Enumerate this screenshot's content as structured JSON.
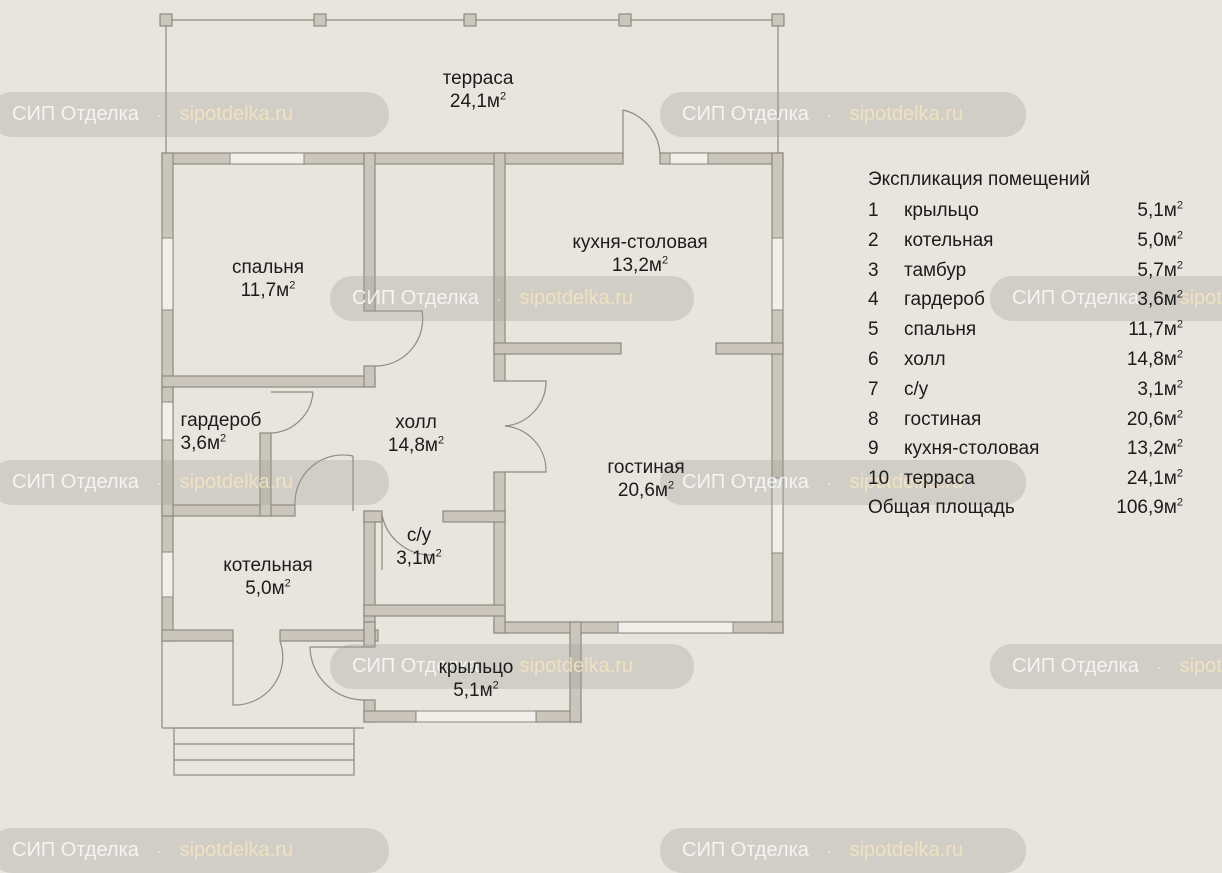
{
  "rooms": {
    "terrace": {
      "name": "терраса",
      "area": "24,1м"
    },
    "bedroom": {
      "name": "спальня",
      "area": "11,7м"
    },
    "kitchen": {
      "name": "кухня-столовая",
      "area": "13,2м"
    },
    "wardrobe": {
      "name": "гардероб",
      "area": "3,6м"
    },
    "hall": {
      "name": "холл",
      "area": "14,8м"
    },
    "living": {
      "name": "гостиная",
      "area": "20,6м"
    },
    "bathroom": {
      "name": "с/у",
      "area": "3,1м"
    },
    "boiler": {
      "name": "котельная",
      "area": "5,0м"
    },
    "porch": {
      "name": "крыльцо",
      "area": "5,1м"
    }
  },
  "area_unit_exponent": "2",
  "legend": {
    "title": "Экспликация помещений",
    "items": [
      {
        "num": "1",
        "name": "крыльцо",
        "area": "5,1м"
      },
      {
        "num": "2",
        "name": "котельная",
        "area": "5,0м"
      },
      {
        "num": "3",
        "name": "тамбур",
        "area": "5,7м"
      },
      {
        "num": "4",
        "name": "гардероб",
        "area": "3,6м"
      },
      {
        "num": "5",
        "name": "спальня",
        "area": "11,7м"
      },
      {
        "num": "6",
        "name": "холл",
        "area": "14,8м"
      },
      {
        "num": "7",
        "name": "с/у",
        "area": "3,1м"
      },
      {
        "num": "8",
        "name": "гостиная",
        "area": "20,6м"
      },
      {
        "num": "9",
        "name": "кухня-столовая",
        "area": "13,2м"
      },
      {
        "num": "10",
        "name": "терраса",
        "area": "24,1м"
      }
    ],
    "total_label": "Общая площадь",
    "total_area": "106,9м"
  },
  "watermark": {
    "brand": "СИП Отделка",
    "separator": "·",
    "site": "sipotdelka.ru"
  },
  "colors": {
    "background": "#e8e5df",
    "wall_fill": "#cbc6bc",
    "wall_stroke": "#8f8a80",
    "text": "#1c1c1c"
  }
}
